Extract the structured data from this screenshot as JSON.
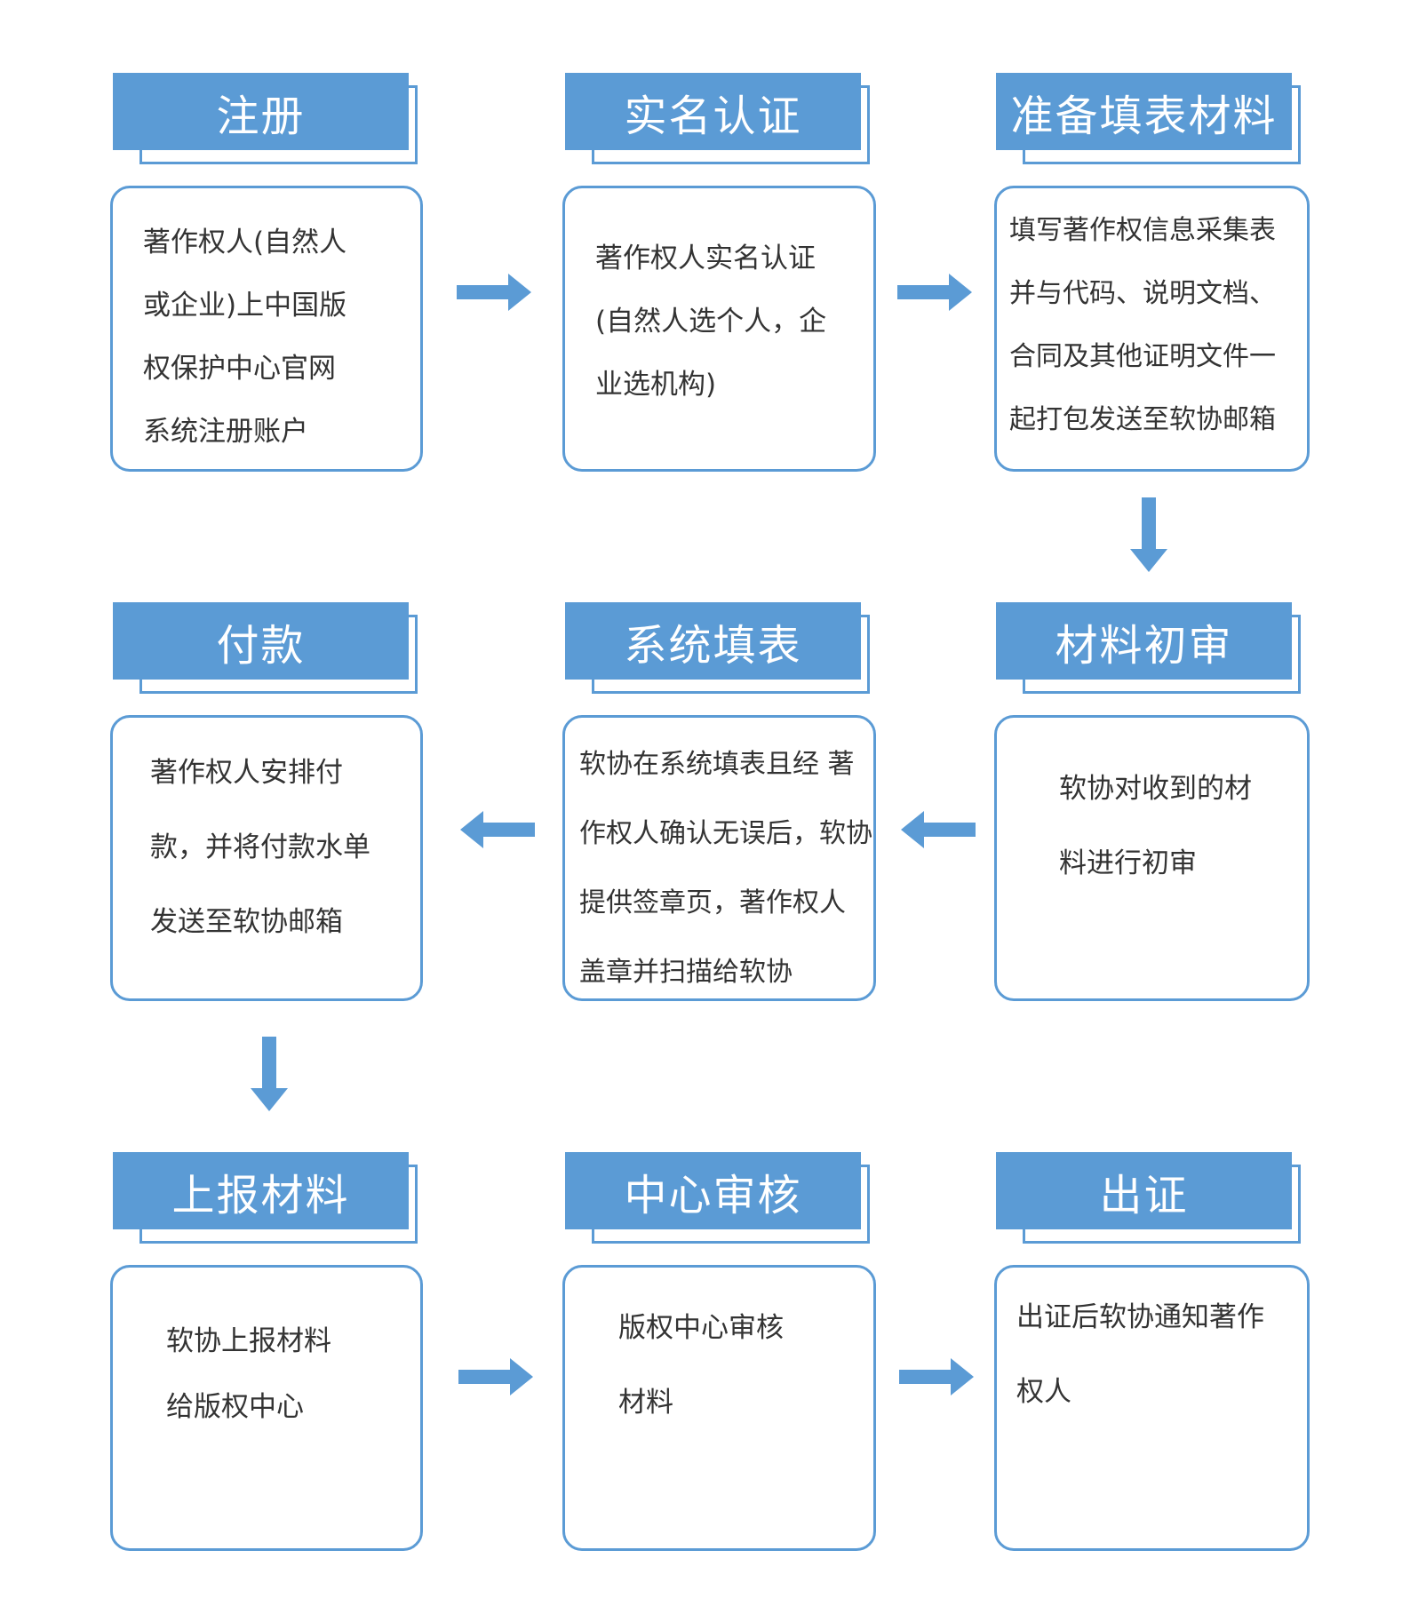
{
  "colors": {
    "accent": "#5b9bd5",
    "text": "#333333",
    "background": "#ffffff"
  },
  "steps": [
    {
      "title": "注册",
      "lines": [
        "著作权人(自然人",
        "或企业)上中国版",
        "权保护中心官网",
        "系统注册账户"
      ]
    },
    {
      "title": "实名认证",
      "lines": [
        "著作权人实名认证",
        "(自然人选个人，企",
        "业选机构)"
      ]
    },
    {
      "title": "准备填表材料",
      "lines": [
        "填写著作权信息采集表",
        "并与代码、说明文档、",
        "合同及其他证明文件一",
        "起打包发送至软协邮箱"
      ]
    },
    {
      "title": "材料初审",
      "lines": [
        "软协对收到的材",
        "料进行初审"
      ]
    },
    {
      "title": "系统填表",
      "lines": [
        "软协在系统填表且经 著",
        "作权人确认无误后，软协",
        "提供签章页，著作权人",
        "盖章并扫描给软协"
      ]
    },
    {
      "title": "付款",
      "lines": [
        "著作权人安排付",
        "款，并将付款水单",
        "发送至软协邮箱"
      ]
    },
    {
      "title": "上报材料",
      "lines": [
        "软协上报材料",
        "给版权中心"
      ]
    },
    {
      "title": "中心审核",
      "lines": [
        "版权中心审核",
        "材料"
      ]
    },
    {
      "title": "出证",
      "lines": [
        "出证后软协通知著作",
        "权人"
      ]
    }
  ]
}
